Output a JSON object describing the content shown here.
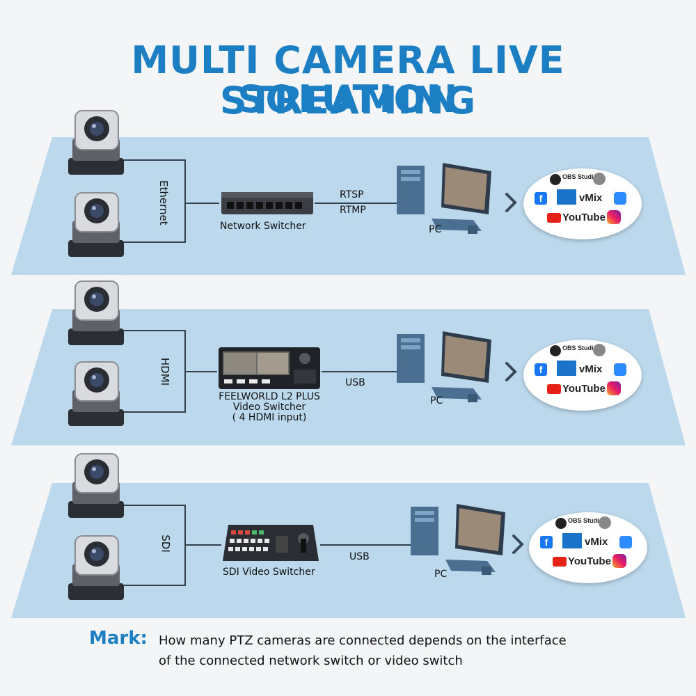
{
  "title": {
    "line1": "MULTI CAMERA LIVE STREAMING",
    "line2": "SOLUTION"
  },
  "rows": [
    {
      "connection": "Ethernet",
      "device_label": "Network Switcher",
      "link_labels": [
        "RTSP",
        "RTMP"
      ],
      "pc_label": "PC"
    },
    {
      "connection": "HDMI",
      "device_label_lines": [
        "FEELWORLD L2 PLUS",
        "Video Switcher",
        "( 4 HDMI input)"
      ],
      "link_labels": [
        "USB"
      ],
      "pc_label": "PC"
    },
    {
      "connection": "SDI",
      "device_label": "SDI Video Switcher",
      "link_labels": [
        "USB"
      ],
      "pc_label": "PC"
    }
  ],
  "platforms": {
    "obs": "OBS Studio",
    "vmix": "vMix",
    "youtube": "YouTube",
    "icons": [
      "obs-icon",
      "vimeo-icon",
      "facebook-icon",
      "vmix-icon",
      "zoom-icon",
      "youtube-icon",
      "instagram-icon"
    ]
  },
  "colors": {
    "title": "#1c7fc4",
    "band": "#bcd8ec",
    "line": "#33414d",
    "arrow": "#3a4a5a"
  },
  "mark": {
    "label": "Mark:",
    "line1": "How many PTZ cameras are connected depends on the interface",
    "line2": "of the connected network switch or video switch"
  }
}
